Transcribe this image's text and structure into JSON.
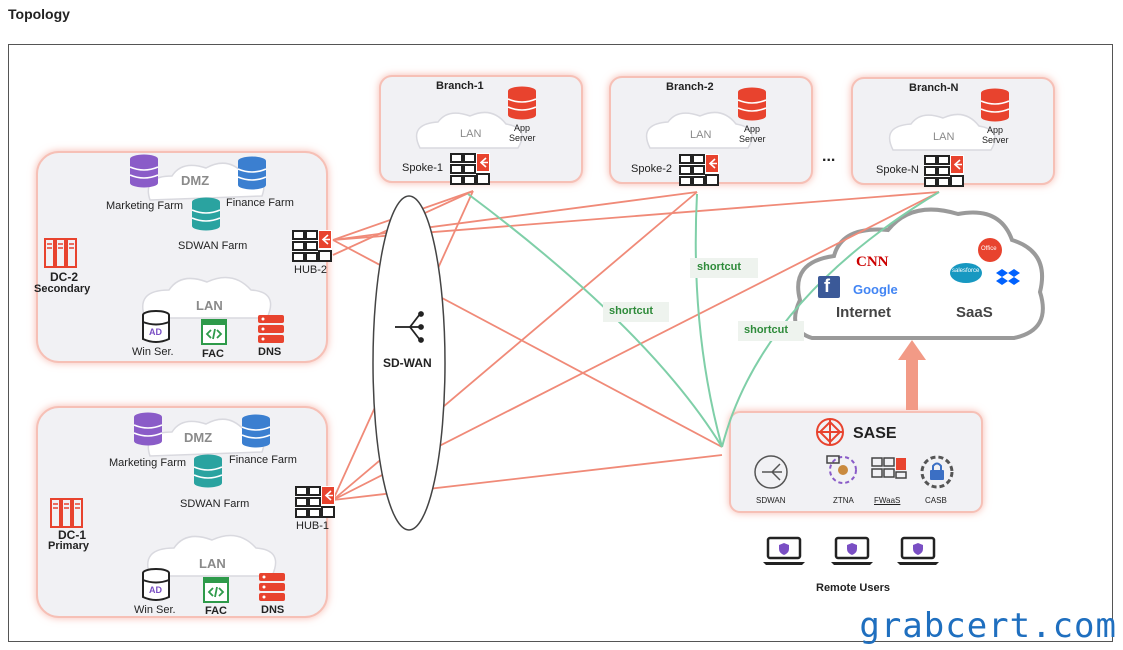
{
  "page_title": "Topology",
  "dc2": {
    "dmz_label": "DMZ",
    "marketing": "Marketing Farm",
    "finance": "Finance Farm",
    "sdwan_farm": "SDWAN Farm",
    "site_line1": "DC-2",
    "site_line2": "Secondary",
    "hub": "HUB-2",
    "lan_label": "LAN",
    "win": "Win Ser.",
    "fac": "FAC",
    "dns": "DNS",
    "ad": "AD"
  },
  "dc1": {
    "dmz_label": "DMZ",
    "marketing": "Marketing Farm",
    "finance": "Finance Farm",
    "sdwan_farm": "SDWAN Farm",
    "site_line1": "DC-1",
    "site_line2": "Primary",
    "hub": "HUB-1",
    "lan_label": "LAN",
    "win": "Win Ser.",
    "fac": "FAC",
    "dns": "DNS",
    "ad": "AD"
  },
  "branches": [
    {
      "title": "Branch-1",
      "lan": "LAN",
      "app1": "App",
      "app2": "Server",
      "spoke": "Spoke-1"
    },
    {
      "title": "Branch-2",
      "lan": "LAN",
      "app1": "App",
      "app2": "Server",
      "spoke": "Spoke-2"
    },
    {
      "title": "Branch-N",
      "lan": "LAN",
      "app1": "App",
      "app2": "Server",
      "spoke": "Spoke-N"
    }
  ],
  "ellipsis": "...",
  "sdwan_label": "SD-WAN",
  "shortcuts": [
    "shortcut",
    "shortcut",
    "shortcut"
  ],
  "cloud": {
    "cnn": "CNN",
    "google": "Google",
    "facebook": "f",
    "internet": "Internet",
    "saas": "SaaS",
    "salesforce": "salesforce",
    "office": "Office"
  },
  "sase": {
    "title": "SASE",
    "items": [
      "SDWAN",
      "ZTNA",
      "FWaaS",
      "CASB"
    ]
  },
  "remote_users": "Remote Users",
  "watermark": "grabcert.com",
  "colors": {
    "fortinet_red": "#e8432e",
    "link_red": "#f08a78",
    "link_green": "#7fcfa8",
    "shortcut_text": "#2e8b3a",
    "db_red": "#e8432e",
    "db_purple": "#8a5cc8",
    "db_blue": "#3b7fd0",
    "db_teal": "#2aa3a0"
  }
}
